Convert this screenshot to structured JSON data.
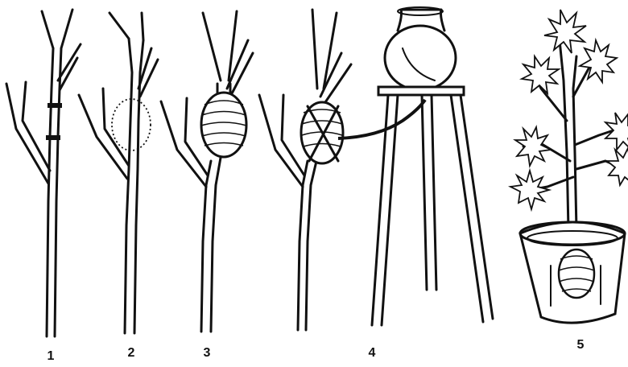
{
  "diagram": {
    "steps": [
      {
        "number": "1",
        "subject": "branch-ringed"
      },
      {
        "number": "2",
        "subject": "branch-bark-removed"
      },
      {
        "number": "3",
        "subject": "branch-wrapped"
      },
      {
        "number": "4",
        "subject": "branch-with-water-pot-and-stand"
      },
      {
        "number": "5",
        "subject": "potted-rooted-plant"
      }
    ]
  }
}
